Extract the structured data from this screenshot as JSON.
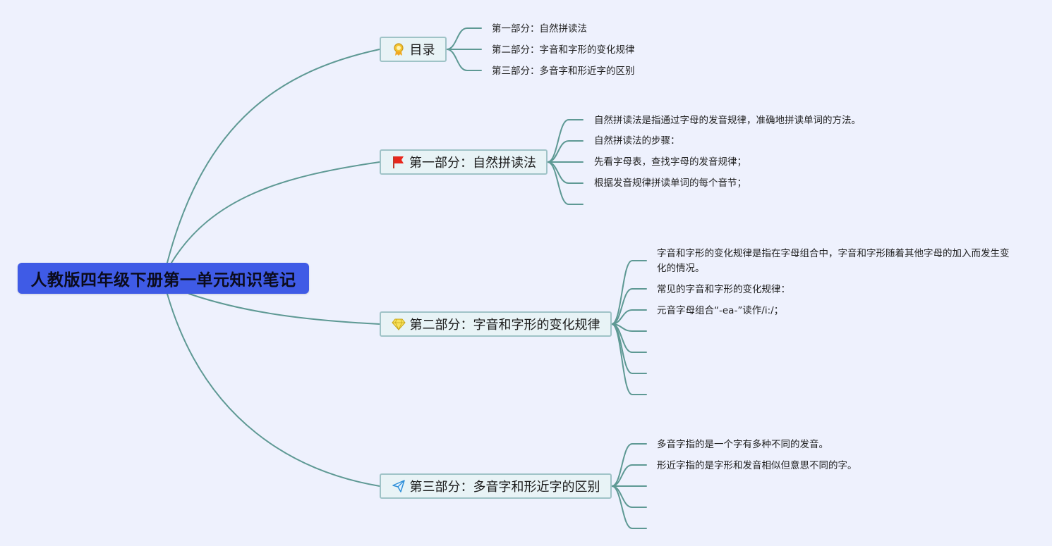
{
  "colors": {
    "root": "#3f5be6",
    "connector": "#5e9994",
    "branch_border": "#9fc3c7",
    "branch_fill": "#e8f3f6",
    "background": "#eef1fd"
  },
  "root": {
    "title": "人教版四年级下册第一单元知识笔记"
  },
  "branches": [
    {
      "icon": "award-medal-icon",
      "label": "目录",
      "children": [
        "第一部分：自然拼读法",
        "第二部分：字音和字形的变化规律",
        "第三部分：多音字和形近字的区别"
      ]
    },
    {
      "icon": "red-flag-icon",
      "label": "第一部分：自然拼读法",
      "children": [
        "自然拼读法是指通过字母的发音规律，准确地拼读单词的方法。",
        "自然拼读法的步骤：",
        "先看字母表，查找字母的发音规律；",
        "根据发音规律拼读单词的每个音节；",
        ""
      ]
    },
    {
      "icon": "gem-icon",
      "label": "第二部分：字音和字形的变化规律",
      "children": [
        "字音和字形的变化规律是指在字母组合中，字音和字形随着其他字母的加入而发生变化的情况。",
        "常见的字音和字形的变化规律：",
        "元音字母组合“-ea-”读作/i:/；",
        "",
        "",
        "",
        ""
      ]
    },
    {
      "icon": "paper-plane-icon",
      "label": "第三部分：多音字和形近字的区别",
      "children": [
        "多音字指的是一个字有多种不同的发音。",
        "形近字指的是字形和发音相似但意思不同的字。",
        "",
        "",
        ""
      ]
    }
  ]
}
